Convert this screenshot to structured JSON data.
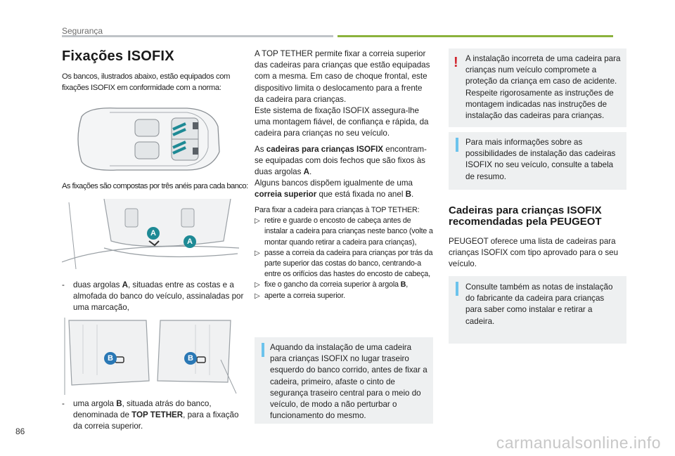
{
  "header": {
    "section": "Segurança",
    "page_number": "86"
  },
  "left": {
    "title": "Fixações ISOFIX",
    "intro": "Os bancos, ilustrados abaixo, estão equipados com fixações ISOFIX em conformidade com a norma:",
    "rings_caption": "As fixações são compostas por três anéis para cada banco:",
    "marker_a": "A",
    "marker_b": "B",
    "item_a_pre": "duas argolas ",
    "item_a_bold": "A",
    "item_a_post": ", situadas entre as costas e a almofada do banco do veículo, assinaladas por uma marcação,",
    "item_b_pre": "uma argola ",
    "item_b_bold": "B",
    "item_b_mid": ", situada atrás do banco, denominada de ",
    "item_b_bold2": "TOP TETHER",
    "item_b_post": ", para a fixação da correia superior.",
    "dash": "-"
  },
  "middle": {
    "p1": "A TOP TETHER permite fixar a correia superior das cadeiras para crianças que estão equipadas com a mesma. Em caso de choque frontal, este dispositivo limita o deslocamento para a frente da cadeira para crianças.",
    "p2": "Este sistema de fixação ISOFIX assegura-lhe uma montagem fiável, de confiança e rápida, da cadeira para crianças no seu veículo.",
    "p3_pre": "As ",
    "p3_bold": "cadeiras para crianças ISOFIX",
    "p3_post": " encontram-se equipadas com dois fechos que são fixos às duas argolas ",
    "p3_bold2": "A",
    "p3_end": ".",
    "p4_pre": "Alguns bancos dispõem igualmente de uma ",
    "p4_bold": "correia superior",
    "p4_post": " que está fixada no anel ",
    "p4_bold2": "B",
    "p4_end": ".",
    "steps_intro": "Para fixar a cadeira para crianças à TOP TETHER:",
    "step_mark": "▷",
    "step1": "retire e guarde o encosto de cabeça antes de instalar a cadeira para crianças neste banco (volte a montar quando retirar a cadeira para crianças),",
    "step2": "passe a correia da cadeira para crianças por trás da parte superior das costas do banco, centrando-a entre os orifícios das hastes do encosto de cabeça,",
    "step3_pre": "fixe o gancho da correia superior à argola ",
    "step3_bold": "B",
    "step3_end": ",",
    "step4": "aperte a correia superior.",
    "info_box": "Aquando da instalação de uma cadeira para crianças ISOFIX no lugar traseiro esquerdo do banco corrido, antes de fixar a cadeira, primeiro, afaste o cinto de segurança traseiro central para o meio do veículo, de modo a não perturbar o funcionamento do mesmo."
  },
  "right": {
    "warning_symbol": "!",
    "warning_box": "A instalação incorreta de uma cadeira para crianças num veículo compromete a proteção da criança em caso de acidente. Respeite rigorosamente as instruções de montagem indicadas nas instruções de instalação das cadeiras para crianças.",
    "info_box_1": "Para mais informações sobre as possibilidades de instalação das cadeiras ISOFIX no seu veículo, consulte a tabela de resumo.",
    "heading": "Cadeiras para crianças ISOFIX recomendadas pela PEUGEOT",
    "para": "PEUGEOT oferece uma lista de cadeiras para crianças ISOFIX com tipo aprovado para o seu veículo.",
    "info_box_2": "Consulte também as notas de instalação do fabricante da cadeira para crianças para saber como instalar e retirar a cadeira."
  },
  "watermark": "carmanualsonline.info",
  "colors": {
    "green_bar": "#8bb23c",
    "grey_bar": "#bfc3c7",
    "info_bar": "#6cc3ec",
    "warning_red": "#d0242d",
    "box_bg": "#eef0f1",
    "marker_teal": "#1e8a95",
    "marker_blue": "#2a78b5"
  }
}
